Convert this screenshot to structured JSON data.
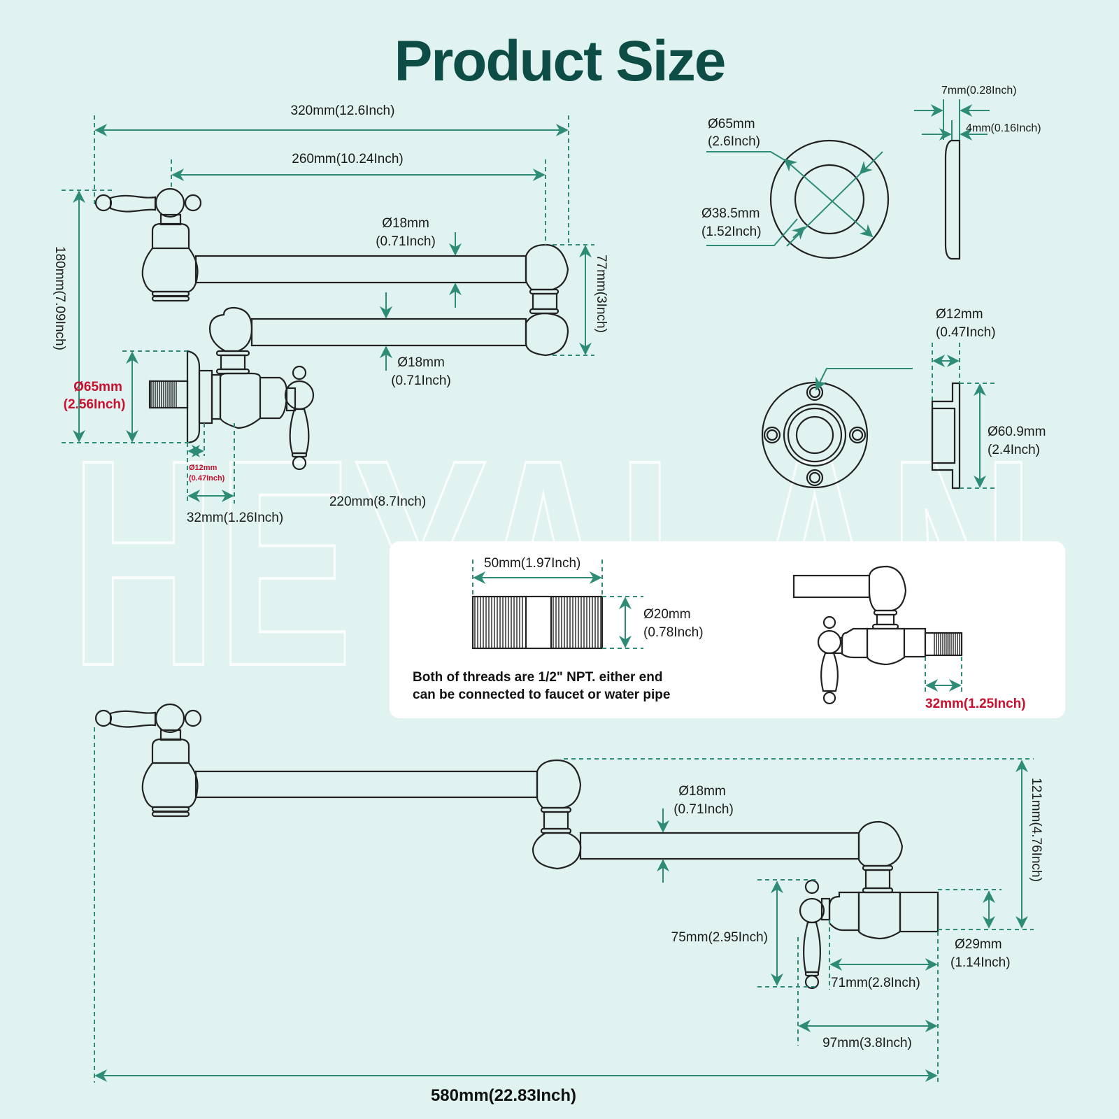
{
  "title": "Product Size",
  "watermark": "HEYALAN",
  "colors": {
    "background": "#e0f3f1",
    "title": "#0d4d45",
    "dimension_line": "#2e8b76",
    "highlight_red": "#c8102e",
    "drawing_line": "#222222",
    "panel": "#ffffff"
  },
  "folded_view": {
    "overall_length": "320mm(12.6Inch)",
    "arm_length": "260mm(10.24Inch)",
    "upper_pipe_dia": [
      "Ø18mm",
      "(0.71Inch)"
    ],
    "lower_pipe_dia": [
      "Ø18mm",
      "(0.71Inch)"
    ],
    "joint_height": "77mm(3Inch)",
    "overall_height": "180mm(7.09Inch)",
    "flange_dia": [
      "Ø65mm",
      "(2.56Inch)"
    ],
    "flange_thickness": [
      "Ø12mm",
      "(0.47Inch)"
    ],
    "inlet_length": "32mm(1.26Inch)",
    "reach": "220mm(8.7Inch)"
  },
  "escutcheon": {
    "outer_dia": [
      "Ø65mm",
      "(2.6Inch)"
    ],
    "inner_dia": [
      "Ø38.5mm",
      "(1.52Inch)"
    ],
    "total_thickness": "7mm(0.28Inch)",
    "lip_thickness": "4mm(0.16Inch)"
  },
  "mount_flange": {
    "depth": [
      "Ø12mm",
      "(0.47Inch)"
    ],
    "dia": [
      "Ø60.9mm",
      "(2.4Inch)"
    ]
  },
  "thread_panel": {
    "nipple_length": "50mm(1.97Inch)",
    "nipple_dia": [
      "Ø20mm",
      "(0.78Inch)"
    ],
    "note": [
      "Both of threads are 1/2\" NPT. either end",
      "can be connected to faucet or water pipe"
    ],
    "thread_length": "32mm(1.25Inch)"
  },
  "extended_view": {
    "pipe_dia": [
      "Ø18mm",
      "(0.71Inch)"
    ],
    "drop_height": "121mm(4.76Inch)",
    "handle_height": "75mm(2.95Inch)",
    "spout_dia": [
      "Ø29mm",
      "(1.14Inch)"
    ],
    "spout_length": "71mm(2.8Inch)",
    "spout_total": "97mm(3.8Inch)",
    "overall_length": "580mm(22.83Inch)"
  }
}
